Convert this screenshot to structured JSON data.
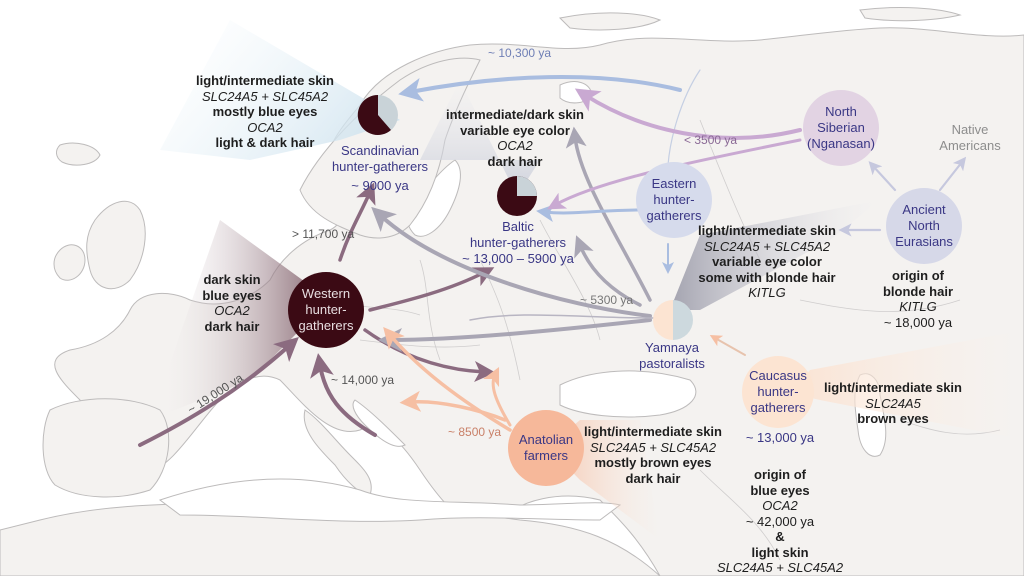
{
  "colors": {
    "background": "#ffffff",
    "land": "#f4f2f0",
    "coast": "#bdbbbb",
    "western_hg": "#3b0a14",
    "scandinavian_light": "#c9d3d8",
    "eastern_hg": "#d6dbec",
    "north_siberian": "#e2d3e3",
    "ancient_north_eurasian": "#d6d8e8",
    "anatolian": "#f6b89a",
    "caucasus": "#fce4d2",
    "yamnaya_left": "#fce4d2",
    "yamnaya_right": "#cdd9de",
    "arrow_western": "#8b6b80",
    "arrow_grey": "#a9a6b4",
    "arrow_blue": "#a9bde0",
    "arrow_purple": "#c9a9d2",
    "arrow_anatolian": "#f6bfa3",
    "pop_label": "#3a3785"
  },
  "populations": {
    "scandinavian": {
      "label1": "Scandinavian",
      "label2": "hunter-gatherers",
      "date": "~ 9000 ya"
    },
    "baltic": {
      "label1": "Baltic",
      "label2": "hunter-gatherers",
      "date": "~ 13,000 – 5900 ya"
    },
    "western": {
      "label1": "Western",
      "label2": "hunter-",
      "label3": "gatherers"
    },
    "eastern": {
      "label1": "Eastern",
      "label2": "hunter-",
      "label3": "gatherers"
    },
    "north_siberian": {
      "label1": "North",
      "label2": "Siberian",
      "label3": "(Nganasan)"
    },
    "native_americans": {
      "label1": "Native",
      "label2": "Americans"
    },
    "ancient_north_eurasians": {
      "label1": "Ancient",
      "label2": "North",
      "label3": "Eurasians"
    },
    "yamnaya": {
      "label1": "Yamnaya",
      "label2": "pastoralists"
    },
    "caucasus": {
      "label1": "Caucasus",
      "label2": "hunter-",
      "label3": "gatherers",
      "date": "~ 13,000 ya"
    },
    "anatolian": {
      "label1": "Anatolian",
      "label2": "farmers"
    }
  },
  "traits": {
    "scandinavian": {
      "l1": "light/intermediate skin",
      "l2": "SLC24A5 + SLC45A2",
      "l3": "mostly blue eyes",
      "l4": "OCA2",
      "l5": "light & dark hair"
    },
    "baltic": {
      "l1": "intermediate/dark skin",
      "l2": "variable eye color",
      "l3": "OCA2",
      "l4": "dark hair"
    },
    "western": {
      "l1": "dark skin",
      "l2": "blue eyes",
      "l3": "OCA2",
      "l4": "dark hair"
    },
    "eastern": {
      "l1": "light/intermediate skin",
      "l2": "SLC24A5 + SLC45A2",
      "l3": "variable eye color",
      "l4": "some with blonde hair",
      "l5": "KITLG"
    },
    "ane_origin": {
      "l1": "origin of",
      "l2": "blonde hair",
      "l3": "KITLG",
      "l4": "~ 18,000 ya"
    },
    "caucasus": {
      "l1": "light/intermediate skin",
      "l2": "SLC24A5",
      "l3": "brown eyes"
    },
    "anatolian": {
      "l1": "light/intermediate skin",
      "l2": "SLC24A5 + SLC45A2",
      "l3": "mostly brown eyes",
      "l4": "dark hair"
    },
    "blue_eyes_origin": {
      "l1": "origin of",
      "l2": "blue eyes",
      "l3": "OCA2",
      "l4": "~ 42,000 ya",
      "l5": "&",
      "l6": "light skin",
      "l7": "SLC24A5 + SLC45A2"
    }
  },
  "dates": {
    "d10300": "~ 10,300 ya",
    "d3500": "< 3500 ya",
    "d11700": "> 11,700 ya",
    "d5300": "~ 5300 ya",
    "d14000": "~ 14,000 ya",
    "d19000": "~ 19,000 ya",
    "d8500": "~ 8500 ya"
  }
}
